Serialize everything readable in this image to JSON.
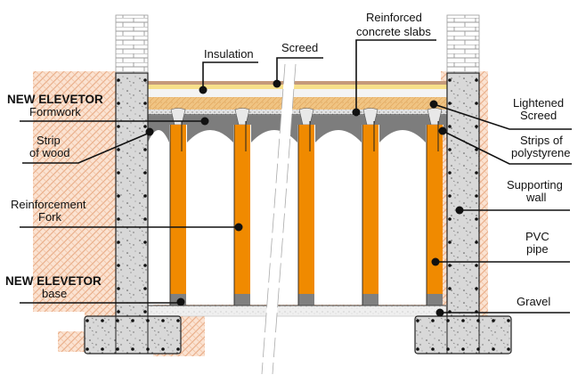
{
  "title": "Elevator pit with ventilated floor (cross-section)",
  "colors": {
    "soil": "#f2c9a8",
    "concrete": "#d6d6d6",
    "pvc_pipe": "#f08a00",
    "insulation": "#f7e08a",
    "screed_top": "#f3f3f3",
    "lightened_screed": "#f0c07a",
    "slab": "#7a7a7a",
    "gravel": "#eeeeee",
    "brick": "#ffffff",
    "leader": "#111111"
  },
  "labels": {
    "insulation": "Insulation",
    "screed": "Screed",
    "reinforced_slabs_1": "Reinforced",
    "reinforced_slabs_2": "concrete slabs",
    "formwork_title": "NEW ELEVETOR",
    "formwork_sub": "Formwork",
    "strip_wood_1": "Strip",
    "strip_wood_2": "of wood",
    "reinf_fork_1": "Reinforcement",
    "reinf_fork_2": "Fork",
    "base_title": "NEW ELEVETOR",
    "base_sub": "base",
    "lightened_1": "Lightened",
    "lightened_2": "Screed",
    "polystyrene_1": "Strips of",
    "polystyrene_2": "polystyrene",
    "supporting_1": "Supporting",
    "supporting_2": "wall",
    "pvc_1": "PVC",
    "pvc_2": "pipe",
    "gravel": "Gravel"
  },
  "pipe_count": 5
}
